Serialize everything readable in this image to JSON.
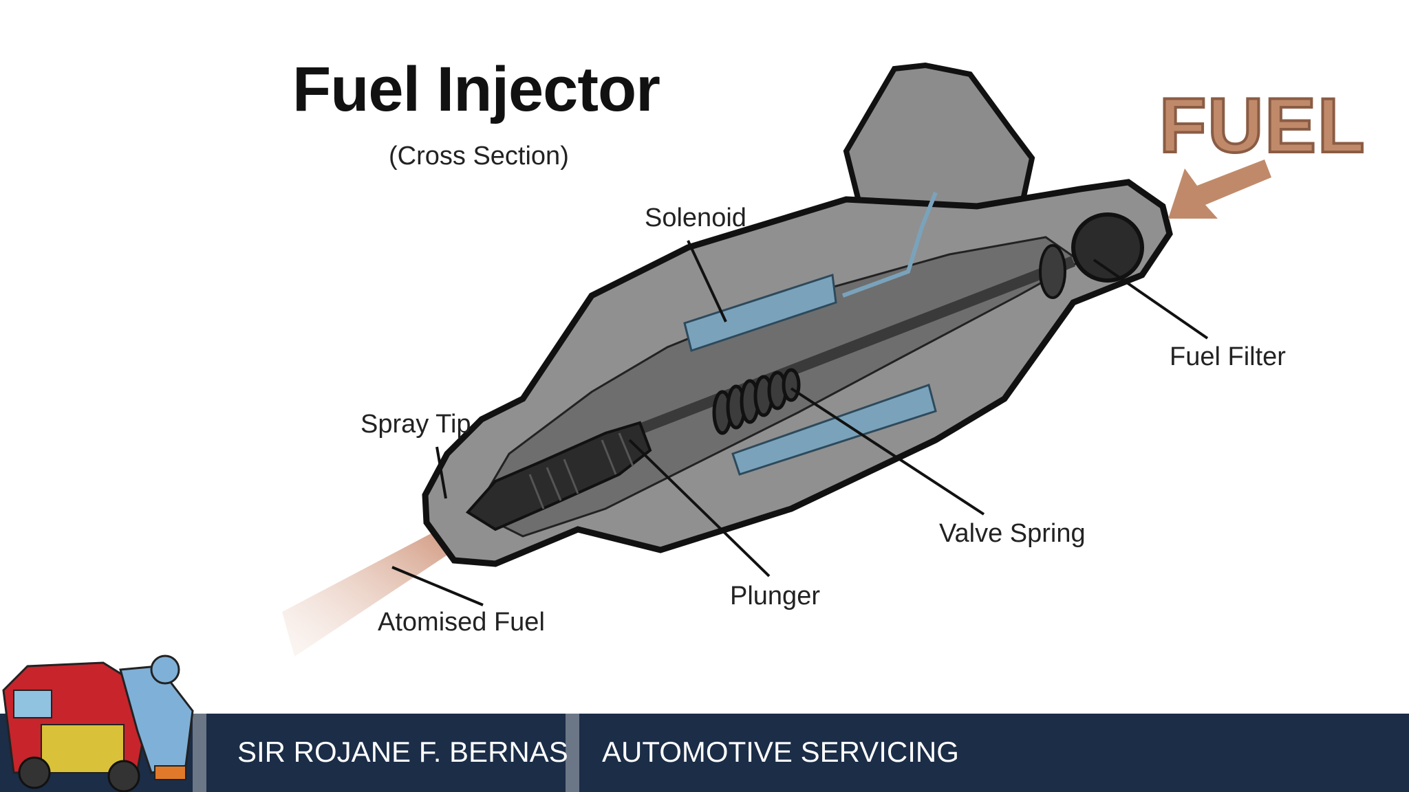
{
  "title": "Fuel Injector",
  "subtitle": "(Cross Section)",
  "fuel_label": "FUEL",
  "callouts": {
    "solenoid": "Solenoid",
    "fuel_filter": "Fuel Filter",
    "spray_tip": "Spray Tip",
    "valve_spring": "Valve Spring",
    "plunger": "Plunger",
    "atomised_fuel": "Atomised Fuel"
  },
  "footer": {
    "author": "SIR ROJANE F. BERNAS",
    "course": "AUTOMOTIVE SERVICING"
  },
  "colors": {
    "footer_bg": "#1b2d47",
    "fuel_accent": "#c08a6a",
    "body_gray": "#8c8c8c",
    "solenoid_blue": "#7aa3bb"
  }
}
